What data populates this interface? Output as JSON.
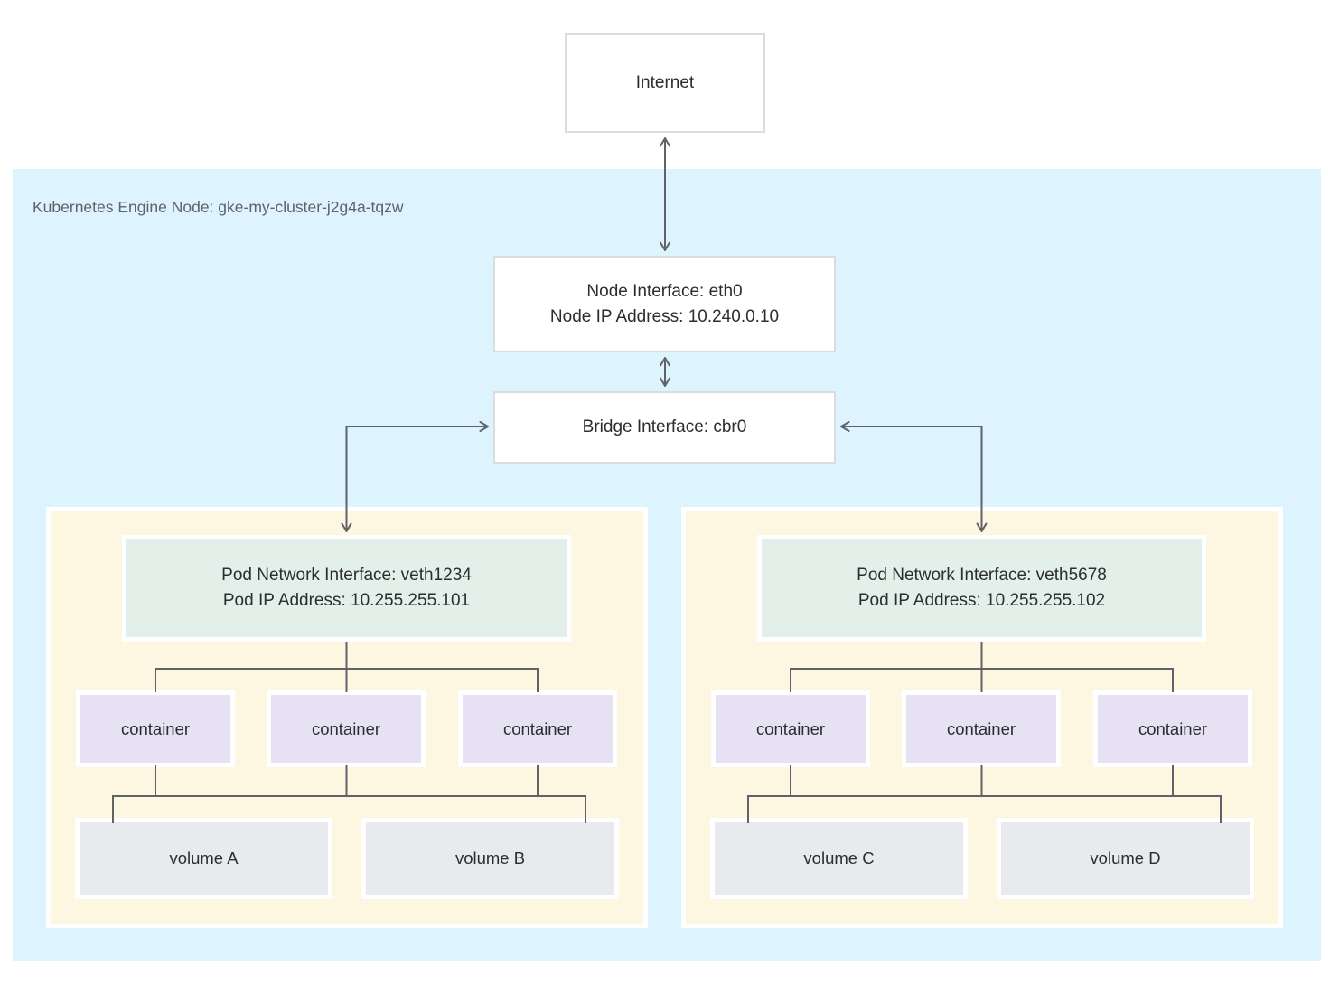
{
  "internet": {
    "label": "Internet"
  },
  "node": {
    "label": "Kubernetes Engine Node: gke-my-cluster-j2g4a-tqzw",
    "interface": {
      "line1": "Node Interface: eth0",
      "line2": "Node IP Address: 10.240.0.10"
    },
    "bridge": {
      "label": "Bridge Interface: cbr0"
    }
  },
  "pods": [
    {
      "interface": {
        "line1": "Pod Network Interface: veth1234",
        "line2": "Pod IP Address: 10.255.255.101"
      },
      "containers": [
        "container",
        "container",
        "container"
      ],
      "volumes": [
        "volume A",
        "volume B"
      ]
    },
    {
      "interface": {
        "line1": "Pod Network Interface: veth5678",
        "line2": "Pod IP Address: 10.255.255.102"
      },
      "containers": [
        "container",
        "container",
        "container"
      ],
      "volumes": [
        "volume C",
        "volume D"
      ]
    }
  ],
  "colors": {
    "node_background": "#ddf3fd",
    "pod_background": "#fdf6e1",
    "pod_interface_background": "#e3efe9",
    "container_background": "#e6e2f4",
    "volume_background": "#e8eaed",
    "white_box_border": "#dadce0",
    "connector_line": "#5f6368",
    "text_dark": "#2b2d30",
    "node_label_text": "#5f6368"
  }
}
